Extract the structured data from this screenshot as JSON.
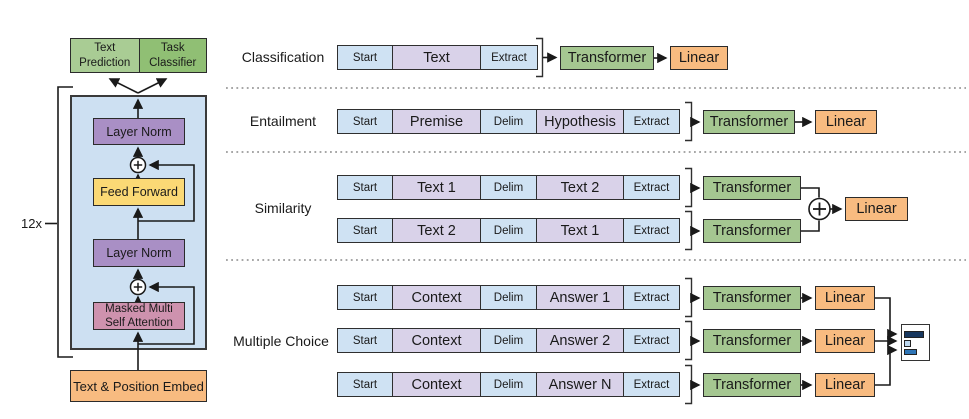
{
  "symbols": {
    "plus": "+"
  },
  "left_diagram": {
    "repeat_label": "12x",
    "text_prediction": "Text Prediction",
    "task_classifier": "Task Classifier",
    "layer_norm_top": "Layer Norm",
    "feed_forward": "Feed Forward",
    "layer_norm_bottom": "Layer Norm",
    "masked_attention": "Masked Multi Self Attention",
    "embed_label": "Text & Position Embed"
  },
  "tasks": [
    {
      "label": "Classification",
      "rows": [
        {
          "tokens": [
            "Start",
            "Text",
            "Extract"
          ],
          "transformer": "Transformer",
          "linear": "Linear"
        }
      ]
    },
    {
      "label": "Entailment",
      "rows": [
        {
          "tokens": [
            "Start",
            "Premise",
            "Delim",
            "Hypothesis",
            "Extract"
          ],
          "transformer": "Transformer",
          "linear": "Linear"
        }
      ]
    },
    {
      "label": "Similarity",
      "rows": [
        {
          "tokens": [
            "Start",
            "Text 1",
            "Delim",
            "Text 2",
            "Extract"
          ],
          "transformer": "Transformer"
        },
        {
          "tokens": [
            "Start",
            "Text 2",
            "Delim",
            "Text 1",
            "Extract"
          ],
          "transformer": "Transformer"
        }
      ],
      "linear": "Linear"
    },
    {
      "label": "Multiple Choice",
      "rows": [
        {
          "tokens": [
            "Start",
            "Context",
            "Delim",
            "Answer 1",
            "Extract"
          ],
          "transformer": "Transformer",
          "linear": "Linear"
        },
        {
          "tokens": [
            "Start",
            "Context",
            "Delim",
            "Answer 2",
            "Extract"
          ],
          "transformer": "Transformer",
          "linear": "Linear"
        },
        {
          "tokens": [
            "Start",
            "Context",
            "Delim",
            "Answer N",
            "Extract"
          ],
          "transformer": "Transformer",
          "linear": "Linear"
        }
      ]
    }
  ],
  "colors": {
    "token_blue": "#CFE2F3",
    "token_purple": "#D9D2E9",
    "transformer_green": "#A5C791",
    "linear_orange": "#F8BB80",
    "block_panel_blue": "#CDE0F2",
    "layer_norm_purple": "#A98FC5",
    "feed_forward_yellow": "#FBD975",
    "attention_pink": "#CE92AE",
    "embed_orange": "#F8BB80",
    "text_prediction_green": "#A9CC94",
    "task_classifier_green": "#90BF74",
    "prob_bar_dark": "#17375E",
    "prob_bar_light": "#BDD7EE",
    "prob_bar_mid": "#2E75B6"
  }
}
